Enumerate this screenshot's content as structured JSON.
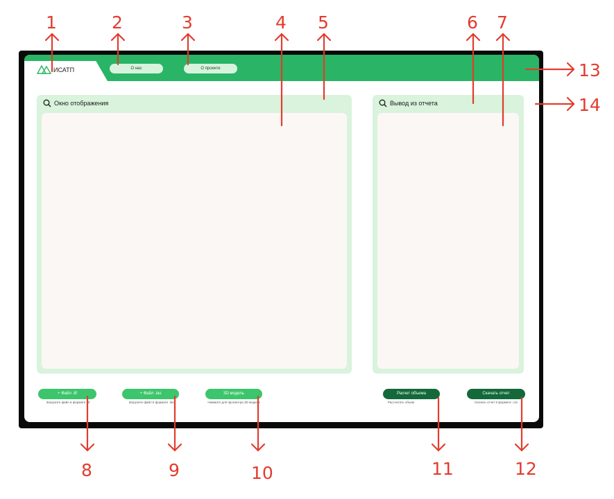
{
  "annotations": [
    "1",
    "2",
    "3",
    "4",
    "5",
    "6",
    "7",
    "8",
    "9",
    "10",
    "11",
    "12",
    "13",
    "14"
  ],
  "app": {
    "logo_text": "ИСАТП"
  },
  "nav": {
    "about": "О нас",
    "project": "О проекте"
  },
  "panels": {
    "display": {
      "title": "Окно отображения"
    },
    "report": {
      "title": "Вывод из отчета"
    }
  },
  "buttons": {
    "file_tif": "+ Файл .tif",
    "file_las": "+ Файл .las",
    "model_3d": "3D модель",
    "calc_volume": "Расчет объема",
    "download_report": "Скачать отчет"
  },
  "hints": {
    "file_tif": "Загрузите файл в формате .tif",
    "file_las": "Загрузите файл в формате .las",
    "model_3d": "Нажмите для просмотра 3D модели",
    "calc_volume": "Рассчитать объем",
    "download_report": "Скачать отчет в формате .csv"
  },
  "colors": {
    "accent": "#29b565",
    "panel": "#d9f3dc",
    "annotation": "#e33b2e",
    "dark_button": "#13693a"
  }
}
